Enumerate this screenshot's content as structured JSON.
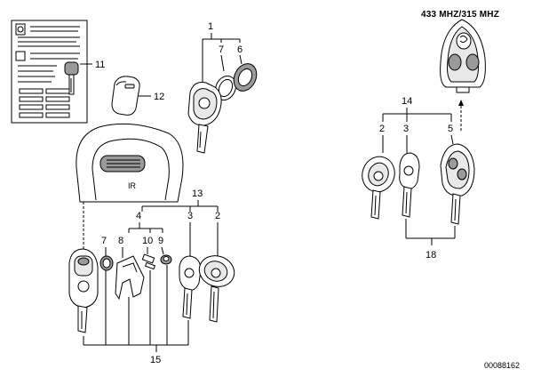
{
  "diagram": {
    "header": "433 MHZ/315 MHZ",
    "doc_number": "00088162",
    "ir_label": "IR",
    "callouts": {
      "c1": "1",
      "c1_7": "7",
      "c1_6": "6",
      "c11": "11",
      "c12": "12",
      "c14": "14",
      "c14_2": "2",
      "c14_3": "3",
      "c14_5": "5",
      "c13": "13",
      "c4": "4",
      "c13_3": "3",
      "c13_2": "2",
      "c7": "7",
      "c8": "8",
      "c10": "10",
      "c9": "9",
      "c18": "18",
      "c15": "15"
    }
  }
}
